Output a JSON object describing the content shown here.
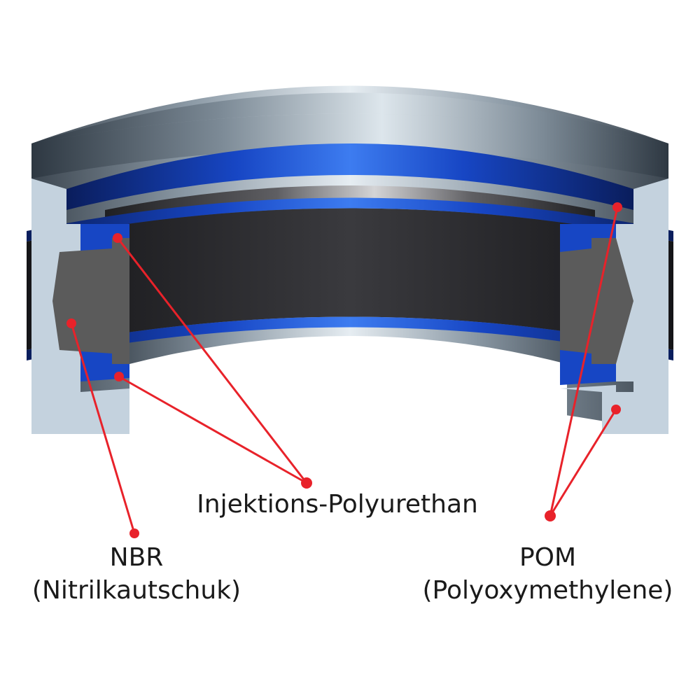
{
  "labels": {
    "polyurethane": "Injektions-Polyurethan",
    "nbr_name": "NBR",
    "nbr_full": "(Nitrilkautschuk)",
    "pom_name": "POM",
    "pom_full": "(Polyoxymethylene)"
  },
  "colors": {
    "polyurethane": "#1746c4",
    "nbr": "#5b5b5b",
    "pom": "#c4d2de",
    "leader_line": "#e8222a",
    "text": "#1a1a1a",
    "background": "#ffffff"
  }
}
